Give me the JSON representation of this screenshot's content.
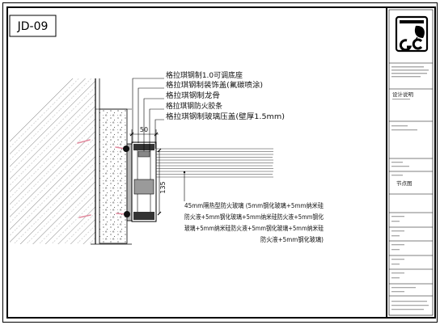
{
  "sheet_code": "JD-09",
  "callouts": [
    "格拉琪钢制1.0可调底座",
    "格拉琪钢制装饰盖(氟碳喷涂)",
    "格拉琪钢制龙骨",
    "格拉琪钢防火胶条",
    "格拉琪钢制玻璃压盖(壁厚1.5mm)"
  ],
  "dimensions": {
    "frame_width": "50",
    "frame_height": "135"
  },
  "glass_note": [
    "45mm隔热型防火玻璃  (5mm钢化玻璃+5mm纳米硅",
    "防火液+5mm钢化玻璃+5mm纳米硅防火液+5mm钢化",
    "玻璃+5mm纳米硅防火液+5mm钢化玻璃+5mm纳米硅",
    "防火液+5mm钢化玻璃)"
  ],
  "title_block": {
    "design_notes_heading": "设计说明",
    "drawing_title": "节点图"
  },
  "colors": {
    "line": "#000000",
    "hatch": "#555555",
    "screw": "#e38ca0",
    "profile_fill": "#bbbbbb"
  }
}
